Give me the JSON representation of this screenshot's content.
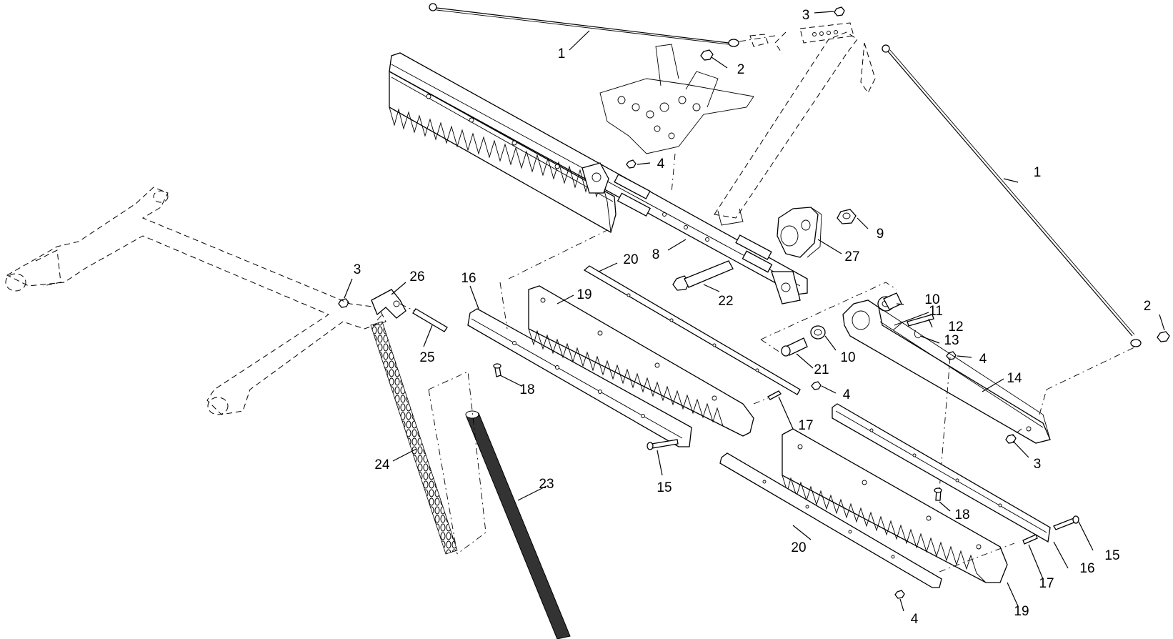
{
  "callouts": [
    {
      "label": "1"
    },
    {
      "label": "1"
    },
    {
      "label": "2"
    },
    {
      "label": "2"
    },
    {
      "label": "3"
    },
    {
      "label": "3"
    },
    {
      "label": "3"
    },
    {
      "label": "4"
    },
    {
      "label": "4"
    },
    {
      "label": "4"
    },
    {
      "label": "4"
    },
    {
      "label": "8"
    },
    {
      "label": "9"
    },
    {
      "label": "10"
    },
    {
      "label": "10"
    },
    {
      "label": "11"
    },
    {
      "label": "12"
    },
    {
      "label": "13"
    },
    {
      "label": "14"
    },
    {
      "label": "15"
    },
    {
      "label": "15"
    },
    {
      "label": "16"
    },
    {
      "label": "16"
    },
    {
      "label": "17"
    },
    {
      "label": "17"
    },
    {
      "label": "18"
    },
    {
      "label": "18"
    },
    {
      "label": "19"
    },
    {
      "label": "19"
    },
    {
      "label": "20"
    },
    {
      "label": "20"
    },
    {
      "label": "21"
    },
    {
      "label": "22"
    },
    {
      "label": "23"
    },
    {
      "label": "24"
    },
    {
      "label": "25"
    },
    {
      "label": "26"
    },
    {
      "label": "27"
    }
  ]
}
